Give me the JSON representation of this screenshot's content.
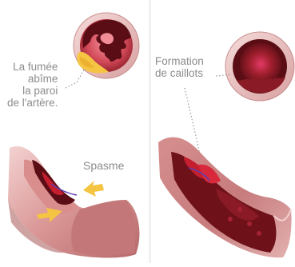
{
  "labels": {
    "smoke": [
      "La fumée",
      "abîme",
      "la paroi",
      "de l'artère."
    ],
    "clots": [
      "Formation",
      "de caillots"
    ],
    "spasm": "Spasme"
  },
  "colors": {
    "label_text": "#8c8c8c",
    "artery_outer": "#c77d7e",
    "artery_light": "#f0c9c8",
    "lumen": "#e85a6c",
    "wall_dark": "#5a0d14",
    "blood": "#c41e2f",
    "plaque": "#f5c443",
    "arrow": "#f5c443",
    "divider": "#eeeeee"
  },
  "icons": [
    "damaged-wall-cross-section-icon",
    "clot-cross-section-icon",
    "spasm-arrow-icon"
  ]
}
